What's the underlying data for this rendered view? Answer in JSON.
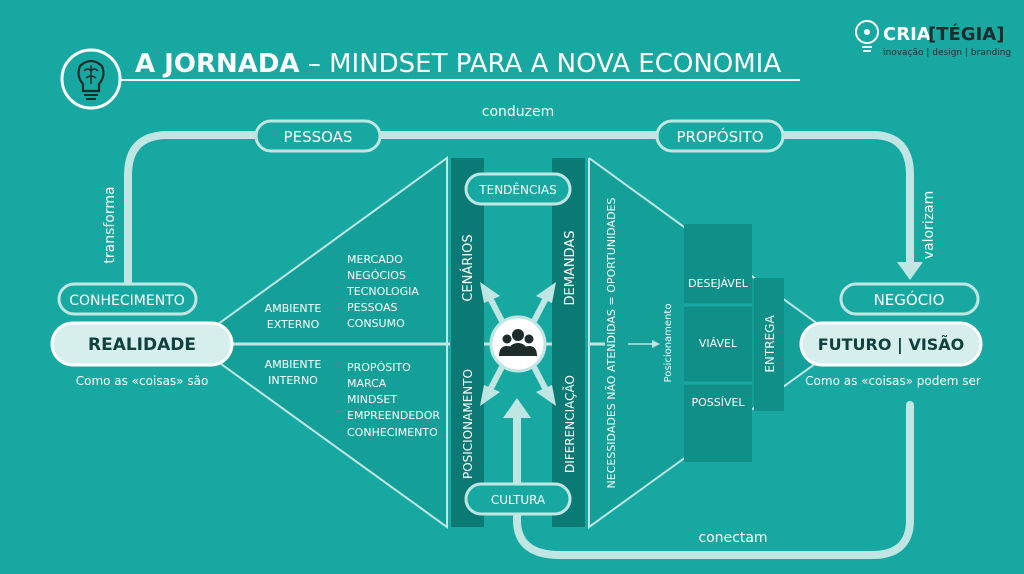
{
  "header": {
    "title_bold": "A JORNADA",
    "title_rest": " – MINDSET PARA A NOVA ECONOMIA",
    "icon": "brain-bulb-icon"
  },
  "logo": {
    "name_left": "CRIA",
    "name_right": "[TÉGIA]",
    "tagline": "inovação | design | branding",
    "icon": "lightbulb-icon"
  },
  "loop": {
    "pessoas": "PESSOAS",
    "proposito": "PROPÓSITO",
    "conduzem": "conduzem",
    "transforma": "transforma",
    "valorizam": "valorizam",
    "conectam": "conectam",
    "conhecimento": "CONHECIMENTO",
    "negocio": "NEGÓCIO"
  },
  "left": {
    "realidade": "REALIDADE",
    "realidade_caption": "Como as «coisas» são",
    "ambiente_externo": [
      "AMBIENTE",
      "EXTERNO"
    ],
    "ambiente_interno": [
      "AMBIENTE",
      "INTERNO"
    ],
    "externo_items": [
      "MERCADO",
      "NEGÓCIOS",
      "TECNOLOGIA",
      "PESSOAS",
      "CONSUMO"
    ],
    "interno_items": [
      "PROPÓSITO",
      "MARCA",
      "MINDSET",
      "EMPREENDEDOR",
      "CONHECIMENTO"
    ]
  },
  "center": {
    "tendencias": "TENDÊNCIAS",
    "cultura": "CULTURA",
    "cenarios": "CENÁRIOS",
    "posicionamento": "POSICIONAMENTO",
    "demandas": "DEMANDAS",
    "diferenciacao": "DIFERENCIAÇÃO",
    "hub_icon": "people-group-icon"
  },
  "right": {
    "necessidades": "NECESSIDADES NÃO ATENDIDAS = OPORTUNIDADES",
    "posicionamento": "Posicionamento",
    "desejavel": "DESEJÁVEL",
    "viavel": "VIÁVEL",
    "possivel": "POSSÍVEL",
    "entrega": "ENTREGA",
    "futuro": "FUTURO | VISÃO",
    "futuro_caption": "Como as «coisas» podem ser"
  },
  "colors": {
    "background": "#17a9a1",
    "dark_teal": "#0f8f88",
    "darker_teal": "#0b7a74",
    "pill_fill": "#d6efec",
    "line": "#bfe6e2"
  }
}
